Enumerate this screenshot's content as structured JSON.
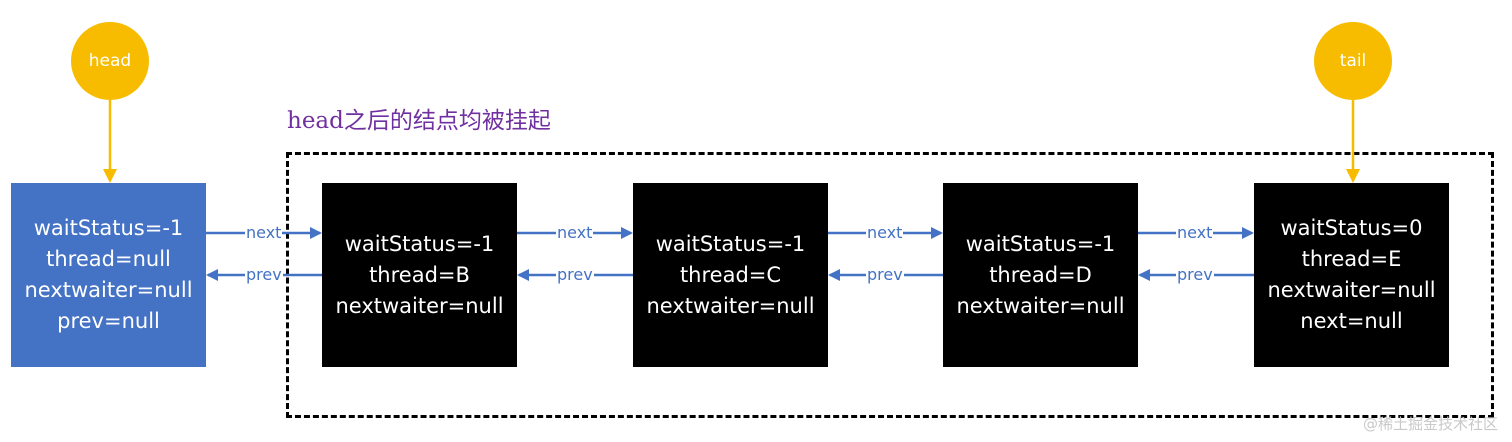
{
  "pointers": {
    "head": "head",
    "tail": "tail"
  },
  "caption": "head之后的结点均被挂起",
  "nodes": [
    {
      "lines": [
        "waitStatus=-1",
        "thread=null",
        "nextwaiter=null",
        "prev=null"
      ],
      "color": "#4472c4"
    },
    {
      "lines": [
        "waitStatus=-1",
        "thread=B",
        "nextwaiter=null"
      ],
      "color": "#000000"
    },
    {
      "lines": [
        "waitStatus=-1",
        "thread=C",
        "nextwaiter=null"
      ],
      "color": "#000000"
    },
    {
      "lines": [
        "waitStatus=-1",
        "thread=D",
        "nextwaiter=null"
      ],
      "color": "#000000"
    },
    {
      "lines": [
        "waitStatus=0",
        "thread=E",
        "nextwaiter=null",
        "next=null"
      ],
      "color": "#000000"
    }
  ],
  "links": [
    {
      "next": "next",
      "prev": "prev"
    },
    {
      "next": "next",
      "prev": "prev"
    },
    {
      "next": "next",
      "prev": "prev"
    },
    {
      "next": "next",
      "prev": "prev"
    }
  ],
  "colors": {
    "pointer": "#f7bc00",
    "arrow": "#4472c4",
    "caption": "#7030a0"
  },
  "watermark": "@稀土掘金技术社区"
}
